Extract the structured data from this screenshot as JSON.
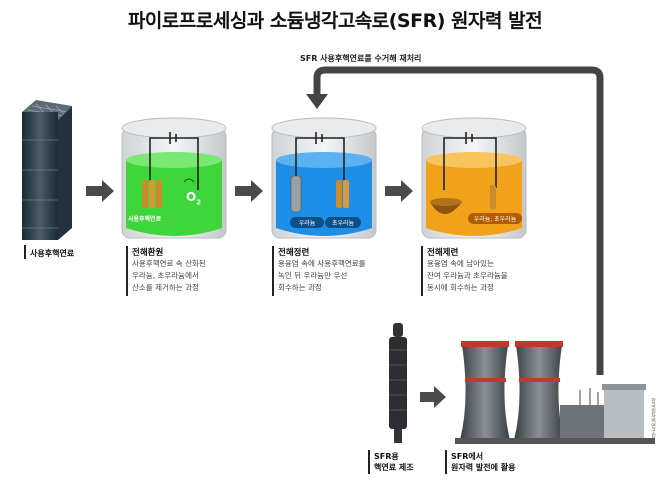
{
  "title": "파이로프로세싱과 소듐냉각고속로(SFR) 원자력 발전",
  "recycle_label": "SFR 사용후핵연료를 수거해 재처리",
  "spent_fuel": {
    "label": "사용후핵연료"
  },
  "steps": [
    {
      "title": "전해환원",
      "desc": [
        "사용후핵연료 속 산화된",
        "우라늄, 초우라늄에서",
        "산소를 제거하는 과정"
      ],
      "inner_label": "사용후핵연료",
      "o2": "O",
      "o2_sub": "2"
    },
    {
      "title": "전해정련",
      "desc": [
        "용융염 속에 사용후핵연료를",
        "녹인 뒤 우라늄만 우선",
        "회수하는 과정"
      ],
      "tag1": "우라늄",
      "tag2": "초우라늄"
    },
    {
      "title": "전해제련",
      "desc": [
        "용융염 속에 남아있는",
        "잔여 우라늄과 초우라늄을",
        "동시에 회수하는 과정"
      ],
      "tag": "우라늄, 초우라늄"
    }
  ],
  "sfr_fuel": {
    "line1": "SFR용",
    "line2": "핵연료 제조"
  },
  "plant": {
    "line1": "SFR에서",
    "line2": "원자력 발전에 활용"
  },
  "credit": "한국원자력연구원",
  "colors": {
    "green": "#3fd63a",
    "blue": "#1e8fe6",
    "orange": "#f0a21a",
    "rod": "#c98d2e",
    "arrow": "#4a4a4a"
  }
}
